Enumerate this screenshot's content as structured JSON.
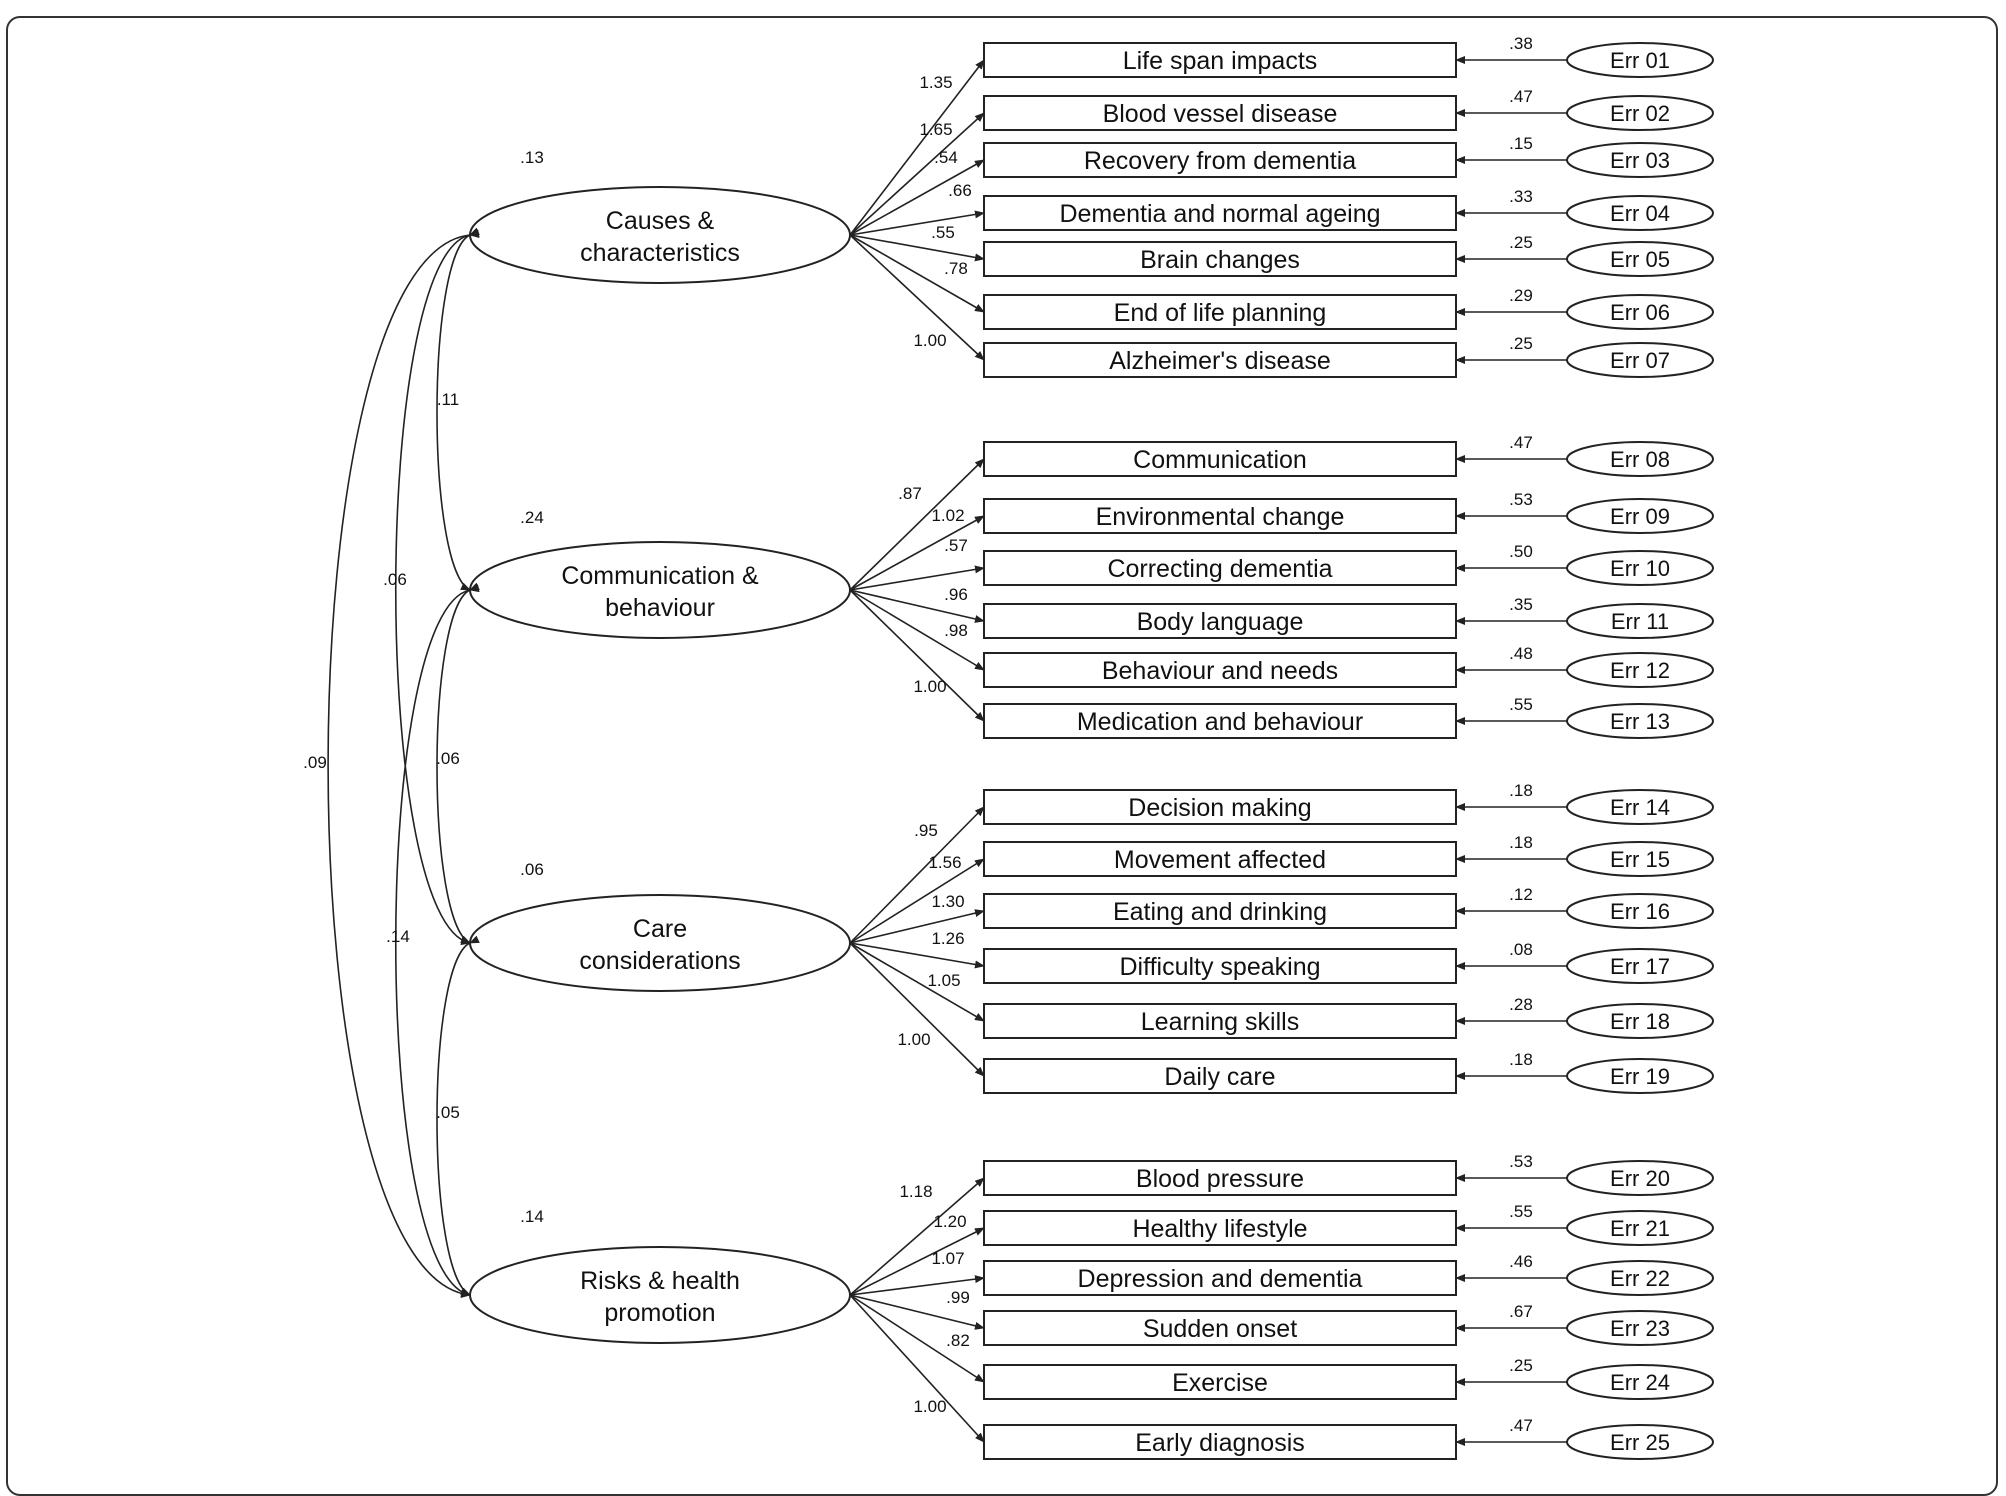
{
  "factors": [
    {
      "lines": [
        "Causes &",
        "characteristics"
      ],
      "variance": ".13",
      "items": [
        {
          "label": "Life span impacts",
          "loading": "1.35",
          "err": "Err 01",
          "err_var": ".38"
        },
        {
          "label": "Blood vessel disease",
          "loading": "1.65",
          "err": "Err 02",
          "err_var": ".47"
        },
        {
          "label": "Recovery from dementia",
          "loading": ".54",
          "err": "Err 03",
          "err_var": ".15"
        },
        {
          "label": "Dementia and normal ageing",
          "loading": ".66",
          "err": "Err 04",
          "err_var": ".33"
        },
        {
          "label": "Brain changes",
          "loading": ".55",
          "err": "Err 05",
          "err_var": ".25"
        },
        {
          "label": "End of life planning",
          "loading": ".78",
          "err": "Err 06",
          "err_var": ".29"
        },
        {
          "label": "Alzheimer's disease",
          "loading": "1.00",
          "err": "Err 07",
          "err_var": ".25"
        }
      ]
    },
    {
      "lines": [
        "Communication &",
        "behaviour"
      ],
      "variance": ".24",
      "items": [
        {
          "label": "Communication",
          "loading": ".87",
          "err": "Err 08",
          "err_var": ".47"
        },
        {
          "label": "Environmental change",
          "loading": "1.02",
          "err": "Err 09",
          "err_var": ".53"
        },
        {
          "label": "Correcting dementia",
          "loading": ".57",
          "err": "Err 10",
          "err_var": ".50"
        },
        {
          "label": "Body language",
          "loading": ".96",
          "err": "Err 11",
          "err_var": ".35"
        },
        {
          "label": "Behaviour and needs",
          "loading": ".98",
          "err": "Err 12",
          "err_var": ".48"
        },
        {
          "label": "Medication and behaviour",
          "loading": "1.00",
          "err": "Err 13",
          "err_var": ".55"
        }
      ]
    },
    {
      "lines": [
        "Care",
        "considerations"
      ],
      "variance": ".06",
      "items": [
        {
          "label": "Decision making",
          "loading": ".95",
          "err": "Err 14",
          "err_var": ".18"
        },
        {
          "label": "Movement affected",
          "loading": "1.56",
          "err": "Err 15",
          "err_var": ".18"
        },
        {
          "label": "Eating and drinking",
          "loading": "1.30",
          "err": "Err 16",
          "err_var": ".12"
        },
        {
          "label": "Difficulty speaking",
          "loading": "1.26",
          "err": "Err 17",
          "err_var": ".08"
        },
        {
          "label": "Learning skills",
          "loading": "1.05",
          "err": "Err 18",
          "err_var": ".28"
        },
        {
          "label": "Daily care",
          "loading": "1.00",
          "err": "Err 19",
          "err_var": ".18"
        }
      ]
    },
    {
      "lines": [
        "Risks & health",
        "promotion"
      ],
      "variance": ".14",
      "items": [
        {
          "label": "Blood pressure",
          "loading": "1.18",
          "err": "Err 20",
          "err_var": ".53"
        },
        {
          "label": "Healthy lifestyle",
          "loading": "1.20",
          "err": "Err 21",
          "err_var": ".55"
        },
        {
          "label": "Depression and dementia",
          "loading": "1.07",
          "err": "Err 22",
          "err_var": ".46"
        },
        {
          "label": "Sudden onset",
          "loading": ".99",
          "err": "Err 23",
          "err_var": ".67"
        },
        {
          "label": "Exercise",
          "loading": ".82",
          "err": "Err 24",
          "err_var": ".25"
        },
        {
          "label": "Early diagnosis",
          "loading": "1.00",
          "err": "Err 25",
          "err_var": ".47"
        }
      ]
    }
  ],
  "covariances": [
    {
      "between": [
        0,
        1
      ],
      "value": ".11"
    },
    {
      "between": [
        0,
        2
      ],
      "value": ".06"
    },
    {
      "between": [
        0,
        3
      ],
      "value": ".09"
    },
    {
      "between": [
        1,
        2
      ],
      "value": ".06"
    },
    {
      "between": [
        1,
        3
      ],
      "value": ".14"
    },
    {
      "between": [
        2,
        3
      ],
      "value": ".05"
    }
  ]
}
